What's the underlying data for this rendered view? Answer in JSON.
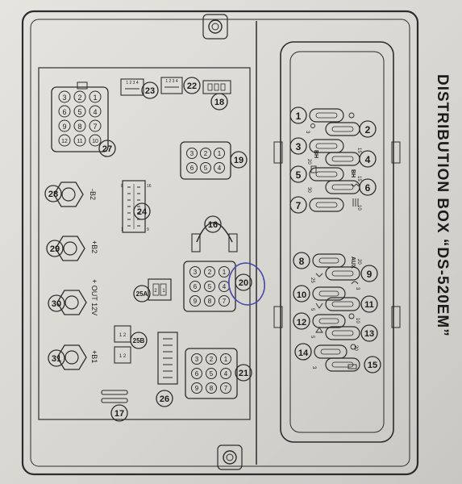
{
  "title": "DISTRIBUTION BOX “DS-520EM”",
  "fuses": {
    "f1": "1",
    "f2": "2",
    "f3": "3",
    "f4": "4",
    "f5": "5",
    "f6": "6",
    "f7": "7",
    "f8": "8",
    "f9": "9",
    "f10": "10",
    "f11": "11",
    "f12": "12",
    "f13": "13",
    "f14": "14",
    "f15": "15",
    "a3": "3",
    "a15": "15",
    "a20": "20",
    "a30": "30",
    "a10": "10",
    "a25": "25",
    "a5": "5",
    "bh1": "BH",
    "bh2": "BH",
    "aux": "AUX"
  },
  "connectors": {
    "c16": "16",
    "c17": "17",
    "c18": "18",
    "c19": "19",
    "c20": "20",
    "c21": "21",
    "c22": "22",
    "c23": "23",
    "c24": "24",
    "c25a": "25A",
    "c25b": "25B",
    "c26": "26",
    "c27": "27"
  },
  "studs": [
    {
      "num": "28",
      "label": "-B2"
    },
    {
      "num": "29",
      "label": "+B2"
    },
    {
      "num": "30",
      "label": "+ OUT 12V"
    },
    {
      "num": "31",
      "label": "+B1"
    }
  ],
  "pins": {
    "p1": "1",
    "p2": "2",
    "p3": "3",
    "p4": "4",
    "p5": "5",
    "p6": "6",
    "p7": "7",
    "p8": "8",
    "p9": "9",
    "p10": "10",
    "p11": "11",
    "p12": "12",
    "p1234": "1 2 3 4",
    "p14": "1",
    "p16": "16",
    "p9b": "9",
    "p8b": "8",
    "p12b": "1 2"
  }
}
